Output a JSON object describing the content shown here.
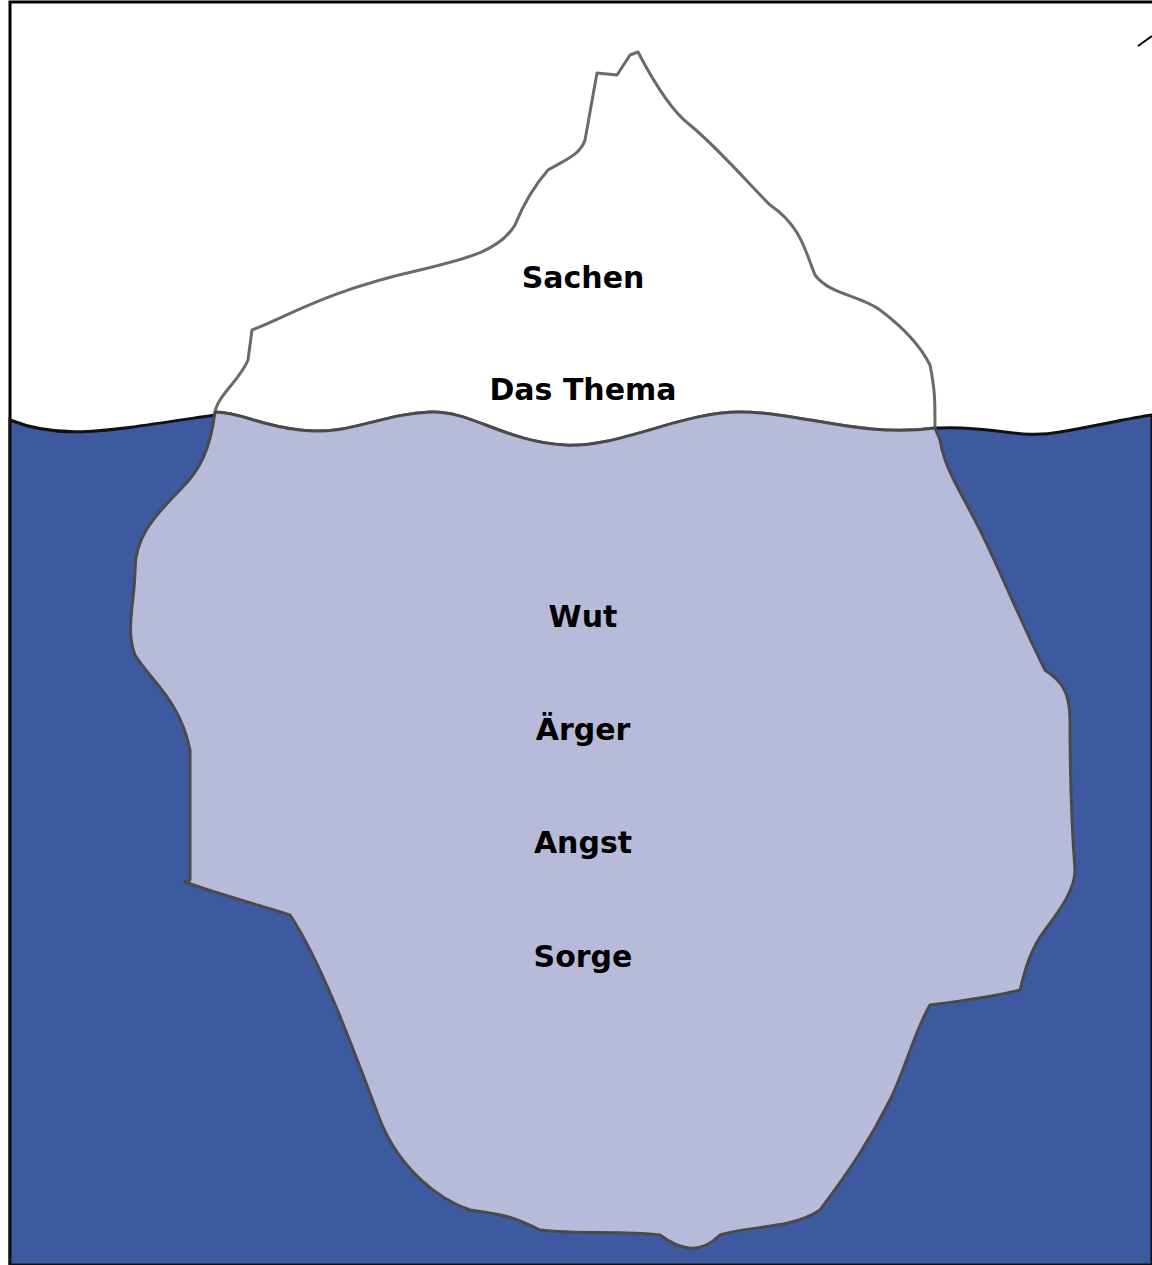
{
  "diagram": {
    "nodes": [
      {
        "text": [
          "Sachen",
          "Das Thema"
        ]
      },
      {
        "text": [
          "Wut",
          "Ärger",
          "Angst",
          "Sorge"
        ]
      }
    ]
  }
}
